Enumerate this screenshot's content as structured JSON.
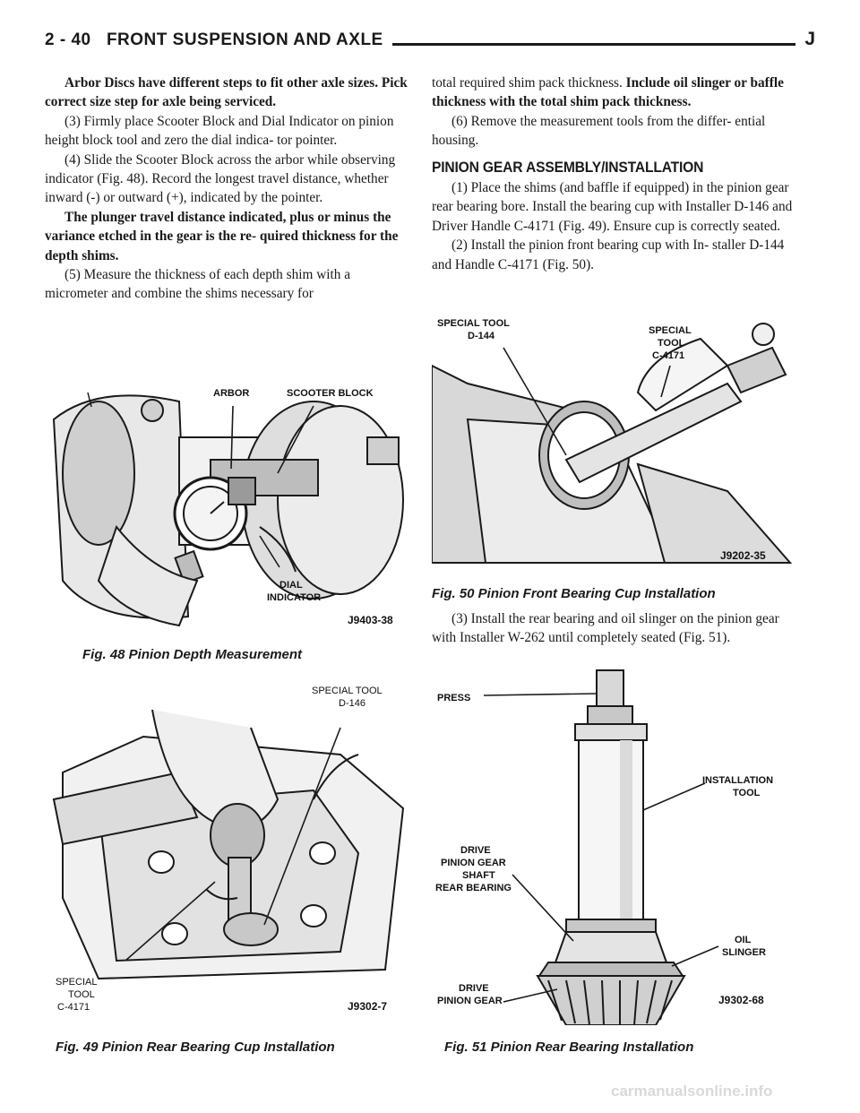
{
  "header": {
    "page_ref": "2 - 40",
    "section_title": "FRONT SUSPENSION AND AXLE",
    "brand_letter": "J"
  },
  "left_column": {
    "p1": "Arbor Discs have different steps to fit other axle sizes. Pick correct size step for axle being serviced.",
    "p2": "(3) Firmly place Scooter Block and Dial Indicator on pinion height block tool and zero the dial indica- tor pointer.",
    "p3": "(4) Slide the Scooter Block across the arbor while observing indicator (Fig. 48). Record the longest travel distance, whether inward (-) or outward (+), indicated by the pointer.",
    "p4": "The plunger travel distance indicated, plus or minus the variance etched in the gear is the re- quired thickness for the depth shims.",
    "p5": "(5) Measure the thickness of each depth shim with a micrometer and combine the shims necessary for"
  },
  "right_column": {
    "p1_normal": "total required shim pack thickness.",
    "p1_bold": "Include oil slinger or baffle thickness with the total shim pack thickness.",
    "p2": "(6) Remove the measurement tools from the differ- ential housing.",
    "heading": "PINION GEAR ASSEMBLY/INSTALLATION",
    "p3": "(1) Place the shims (and baffle if equipped) in the pinion gear rear bearing bore. Install the bearing cup with Installer D-146 and Driver Handle C-4171 (Fig. 49). Ensure cup is correctly seated.",
    "p4": "(2) Install the pinion front bearing cup with In- staller D-144 and Handle C-4171 (Fig. 50).",
    "p5": "(3) Install the rear bearing and oil slinger on the pinion gear with Installer W-262 until completely seated (Fig. 51)."
  },
  "figures": {
    "fig48": {
      "caption": "Fig. 48 Pinion Depth Measurement",
      "labels": {
        "arbor": "ARBOR",
        "scooter": "SCOOTER BLOCK",
        "dial_1": "DIAL",
        "dial_2": "INDICATOR",
        "code": "J9403-38"
      }
    },
    "fig49": {
      "caption": "Fig. 49 Pinion Rear Bearing Cup Installation",
      "labels": {
        "tool_top_1": "SPECIAL TOOL",
        "tool_top_2": "D-146",
        "tool_bot_1": "SPECIAL",
        "tool_bot_2": "TOOL",
        "tool_bot_3": "C-4171",
        "code": "J9302-7"
      }
    },
    "fig50": {
      "caption": "Fig. 50 Pinion Front Bearing Cup Installation",
      "labels": {
        "tool_a_1": "SPECIAL TOOL",
        "tool_a_2": "D-144",
        "tool_b_1": "SPECIAL",
        "tool_b_2": "TOOL",
        "tool_b_3": "C-4171",
        "code": "J9202-35"
      }
    },
    "fig51": {
      "caption": "Fig. 51 Pinion Rear Bearing Installation",
      "labels": {
        "press": "PRESS",
        "inst_1": "INSTALLATION",
        "inst_2": "TOOL",
        "drive_1": "DRIVE",
        "drive_2": "PINION GEAR",
        "drive_3": "SHAFT",
        "drive_4": "REAR BEARING",
        "oil_1": "OIL",
        "oil_2": "SLINGER",
        "gear_1": "DRIVE",
        "gear_2": "PINION GEAR",
        "code": "J9302-68"
      }
    }
  },
  "watermark": "carmanualsonline.info"
}
